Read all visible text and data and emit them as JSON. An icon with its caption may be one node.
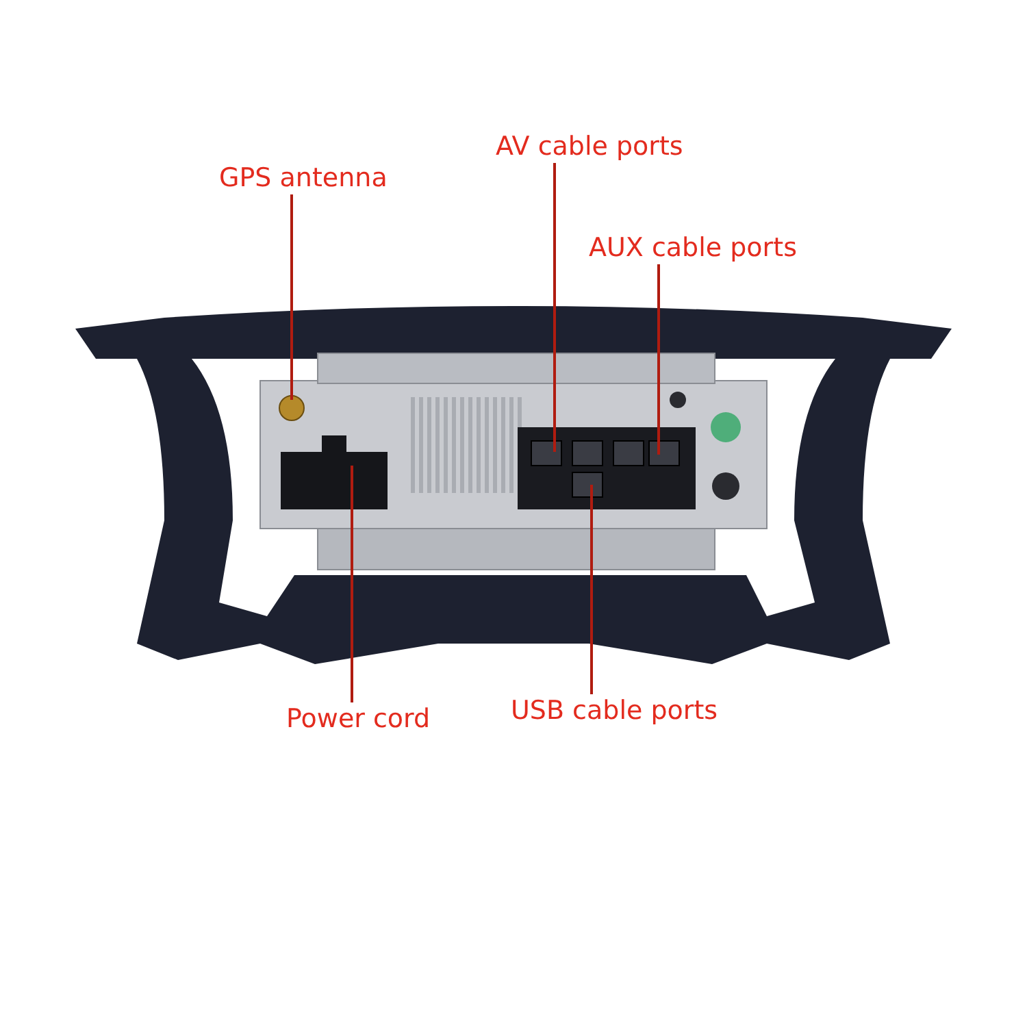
{
  "diagram": {
    "nodes": [
      {
        "text": [
          "GPS antenna"
        ]
      },
      {
        "text": [
          "AV cable ports"
        ]
      },
      {
        "text": [
          "AUX cable ports"
        ]
      },
      {
        "text": [
          "Power cord"
        ]
      },
      {
        "text": [
          "USB cable ports"
        ]
      }
    ],
    "edges": [
      {
        "from": 0,
        "to": null,
        "arrow": "none"
      },
      {
        "from": 1,
        "to": null,
        "arrow": "none"
      },
      {
        "from": 2,
        "to": null,
        "arrow": "none"
      },
      {
        "from": 3,
        "to": null,
        "arrow": "none"
      },
      {
        "from": 4,
        "to": null,
        "arrow": "none"
      }
    ]
  }
}
